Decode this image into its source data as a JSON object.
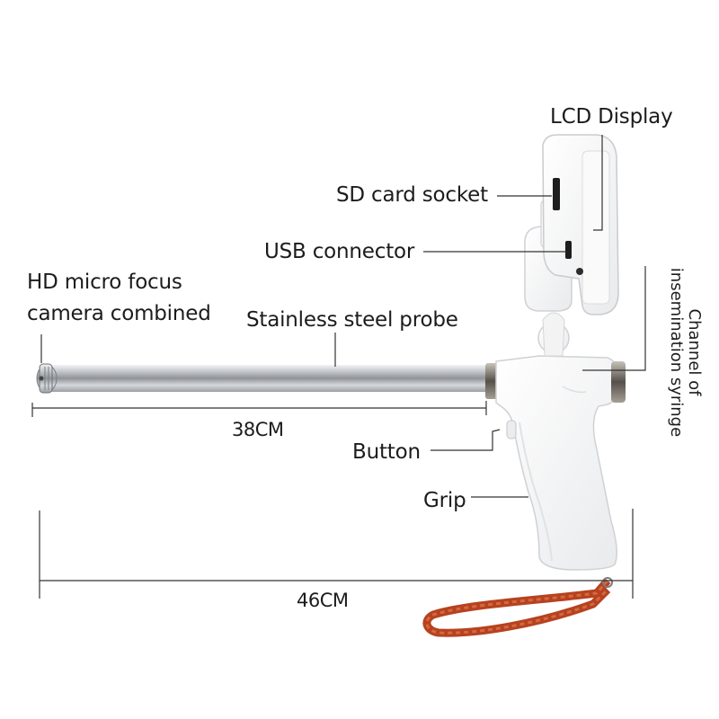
{
  "labels": {
    "lcd_display": "LCD Display",
    "sd_card_socket": "SD card socket",
    "usb_connector": "USB connector",
    "camera_line1": "HD micro focus",
    "camera_line2": "camera combined",
    "steel_probe": "Stainless steel probe",
    "channel_line1": "Channel of",
    "channel_line2": "insemination syringe",
    "button": "Button",
    "grip": "Grip"
  },
  "measurements": {
    "probe_length": "38CM",
    "total_length": "46CM"
  },
  "colors": {
    "background": "#ffffff",
    "device_body": "#f4f4f4",
    "probe_metal": "#b9bcc0",
    "lanyard": "#c8502a",
    "text": "#1c1c1c"
  }
}
